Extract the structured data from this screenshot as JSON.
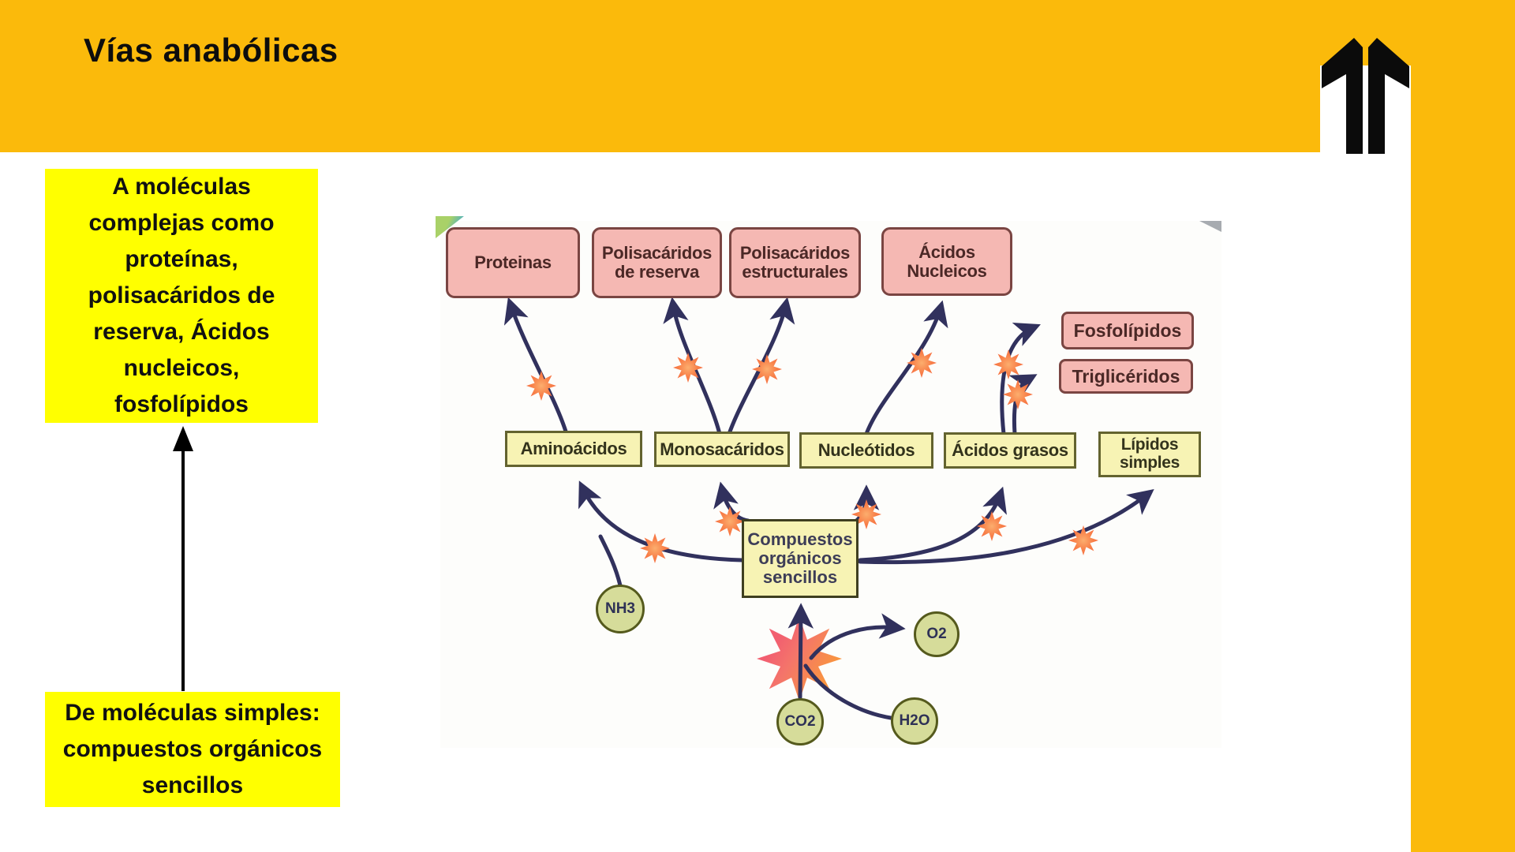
{
  "slide": {
    "title": "Vías anabólicas",
    "colors": {
      "header_orange": "#FBBA0B",
      "callout_yellow": "#FFFF00",
      "pink_box": "#F5B8B3",
      "pale_yellow_box": "#F7F3B4",
      "molecule_circle": "#D6DC9A",
      "arrow_navy": "#31315D",
      "starburst_orange": "#F8764A",
      "logo_black": "#0b0b0b"
    }
  },
  "callouts": {
    "top": "A moléculas\ncomplejas como\nproteínas,\npolisacáridos de\nreserva, Ácidos\nnucleicos,\nfosfolípidos",
    "bottom": "De moléculas simples:\ncompuestos orgánicos\nsencillos"
  },
  "diagram": {
    "top_boxes": [
      "Proteinas",
      "Polisacáridos\nde reserva",
      "Polisacáridos\nestructurales",
      "Ácidos\nNucleicos"
    ],
    "right_boxes": [
      "Fosfolípidos",
      "Triglicéridos"
    ],
    "mid_boxes": [
      "Aminoácidos",
      "Monosacáridos",
      "Nucleótidos",
      "Ácidos grasos",
      "Lípidos\nsimples"
    ],
    "center_box": "Compuestos\norgánicos\nsencillos",
    "molecules": {
      "nh3": "NH3",
      "co2": "CO2",
      "h2o": "H2O",
      "o2": "O2"
    }
  }
}
